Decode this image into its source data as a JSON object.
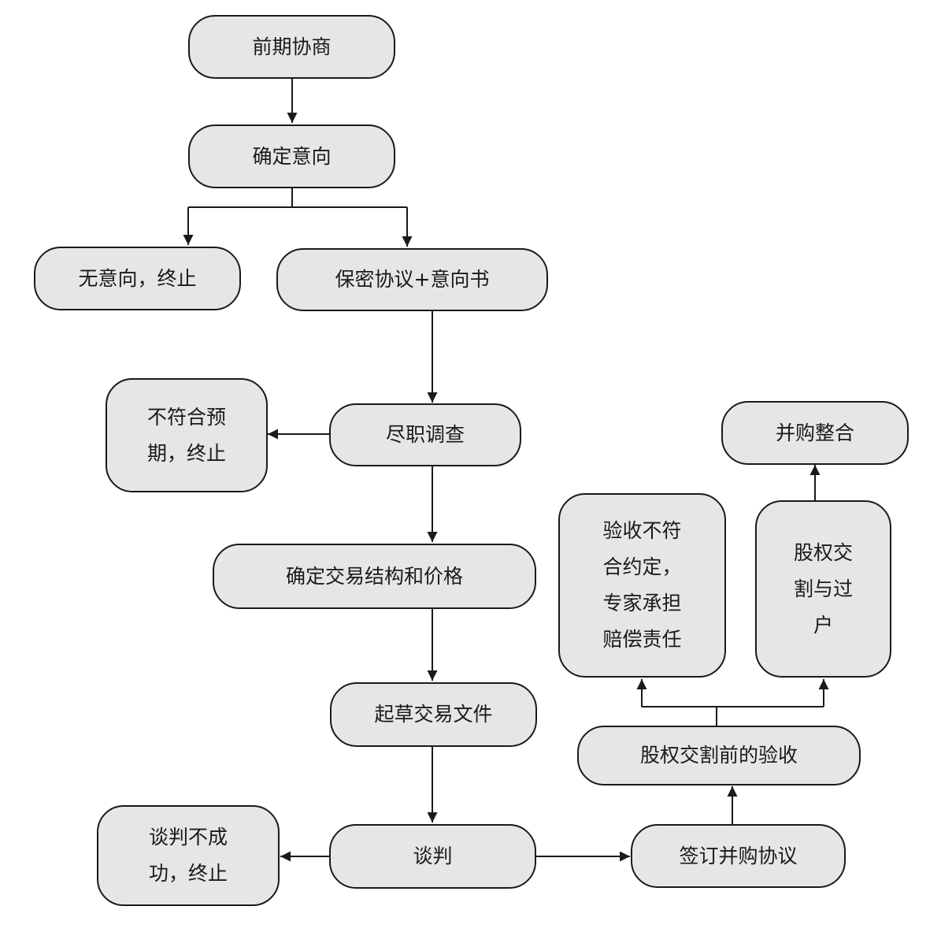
{
  "nodes": {
    "n1": [
      "前期协商"
    ],
    "n2": [
      "确定意向"
    ],
    "n3": [
      "无意向，终止"
    ],
    "n4": [
      "保密协议+意向书"
    ],
    "n5": [
      "不符合预",
      "期，终止"
    ],
    "n6": [
      "尽职调查"
    ],
    "n7": [
      "并购整合"
    ],
    "n8": [
      "验收不符",
      "合约定，",
      "专家承担",
      "赔偿责任"
    ],
    "n9": [
      "股权交",
      "割与过",
      "户"
    ],
    "n10": [
      "确定交易结构和价格"
    ],
    "n11": [
      "起草交易文件"
    ],
    "n12": [
      "股权交割前的验收"
    ],
    "n13": [
      "谈判不成",
      "功，终止"
    ],
    "n14": [
      "谈判"
    ],
    "n15": [
      "签订并购协议"
    ]
  },
  "colors": {
    "fill": "#e6e6e6",
    "stroke": "#1a1a1a"
  }
}
